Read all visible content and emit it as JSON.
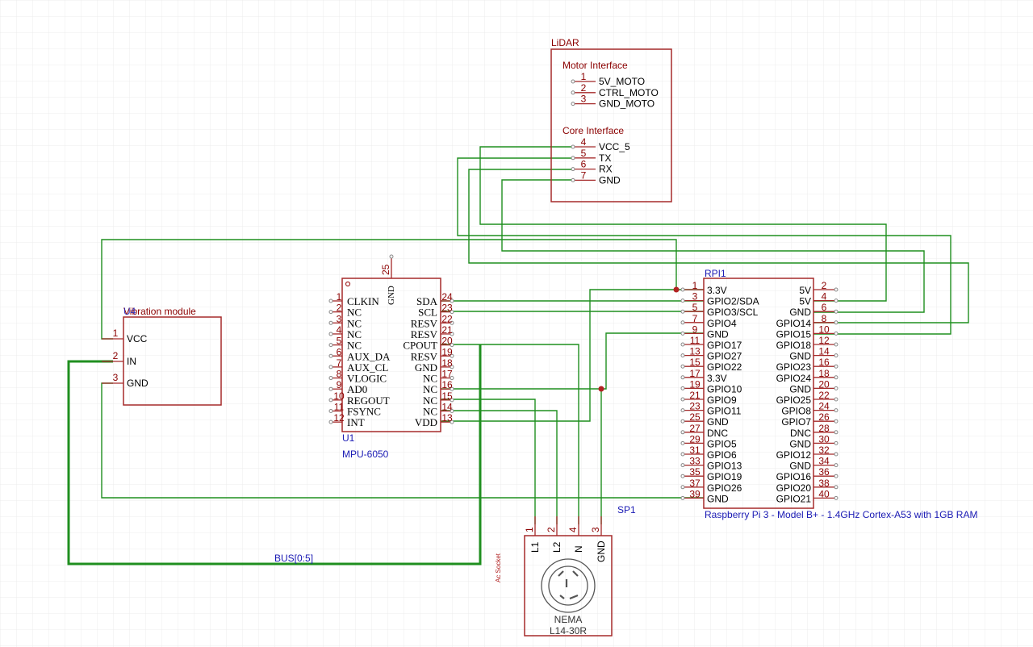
{
  "lidar": {
    "title": "LiDAR",
    "motor_title": "Motor Interface",
    "core_title": "Core Interface",
    "motor_pins": [
      {
        "num": "1",
        "name": "5V_MOTO"
      },
      {
        "num": "2",
        "name": "CTRL_MOTO"
      },
      {
        "num": "3",
        "name": "GND_MOTO"
      }
    ],
    "core_pins": [
      {
        "num": "4",
        "name": "VCC_5"
      },
      {
        "num": "5",
        "name": "TX"
      },
      {
        "num": "6",
        "name": "RX"
      },
      {
        "num": "7",
        "name": "GND"
      }
    ]
  },
  "vibration": {
    "title": "Vibration module",
    "ref": "U4",
    "pins": [
      {
        "num": "1",
        "name": "VCC"
      },
      {
        "num": "2",
        "name": "IN"
      },
      {
        "num": "3",
        "name": "GND"
      }
    ]
  },
  "mpu": {
    "ref": "U1",
    "part": "MPU-6050",
    "top_pin": {
      "num": "25",
      "name": "GND"
    },
    "left_pins": [
      {
        "num": "1",
        "name": "CLKIN"
      },
      {
        "num": "2",
        "name": "NC"
      },
      {
        "num": "3",
        "name": "NC"
      },
      {
        "num": "4",
        "name": "NC"
      },
      {
        "num": "5",
        "name": "NC"
      },
      {
        "num": "6",
        "name": "AUX_DA"
      },
      {
        "num": "7",
        "name": "AUX_CL"
      },
      {
        "num": "8",
        "name": "VLOGIC"
      },
      {
        "num": "9",
        "name": "AD0"
      },
      {
        "num": "10",
        "name": "REGOUT"
      },
      {
        "num": "11",
        "name": "FSYNC"
      },
      {
        "num": "12",
        "name": "INT"
      }
    ],
    "right_pins": [
      {
        "num": "24",
        "name": "SDA"
      },
      {
        "num": "23",
        "name": "SCL"
      },
      {
        "num": "22",
        "name": "RESV"
      },
      {
        "num": "21",
        "name": "RESV"
      },
      {
        "num": "20",
        "name": "CPOUT"
      },
      {
        "num": "19",
        "name": "RESV"
      },
      {
        "num": "18",
        "name": "GND"
      },
      {
        "num": "17",
        "name": "NC"
      },
      {
        "num": "16",
        "name": "NC"
      },
      {
        "num": "15",
        "name": "NC"
      },
      {
        "num": "14",
        "name": "NC"
      },
      {
        "num": "13",
        "name": "VDD"
      }
    ]
  },
  "rpi": {
    "ref": "RPI1",
    "part": "Raspberry Pi 3 - Model B+ - 1.4GHz Cortex-A53 with 1GB RAM",
    "left_pins": [
      {
        "num": "1",
        "name": "3.3V"
      },
      {
        "num": "3",
        "name": "GPIO2/SDA"
      },
      {
        "num": "5",
        "name": "GPIO3/SCL"
      },
      {
        "num": "7",
        "name": "GPIO4"
      },
      {
        "num": "9",
        "name": "GND"
      },
      {
        "num": "11",
        "name": "GPIO17"
      },
      {
        "num": "13",
        "name": "GPIO27"
      },
      {
        "num": "15",
        "name": "GPIO22"
      },
      {
        "num": "17",
        "name": "3.3V"
      },
      {
        "num": "19",
        "name": "GPIO10"
      },
      {
        "num": "21",
        "name": "GPIO9"
      },
      {
        "num": "23",
        "name": "GPIO11"
      },
      {
        "num": "25",
        "name": "GND"
      },
      {
        "num": "27",
        "name": "DNC"
      },
      {
        "num": "29",
        "name": "GPIO5"
      },
      {
        "num": "31",
        "name": "GPIO6"
      },
      {
        "num": "33",
        "name": "GPIO13"
      },
      {
        "num": "35",
        "name": "GPIO19"
      },
      {
        "num": "37",
        "name": "GPIO26"
      },
      {
        "num": "39",
        "name": "GND"
      }
    ],
    "right_pins": [
      {
        "num": "2",
        "name": "5V"
      },
      {
        "num": "4",
        "name": "5V"
      },
      {
        "num": "6",
        "name": "GND"
      },
      {
        "num": "8",
        "name": "GPIO14"
      },
      {
        "num": "10",
        "name": "GPIO15"
      },
      {
        "num": "12",
        "name": "GPIO18"
      },
      {
        "num": "14",
        "name": "GND"
      },
      {
        "num": "16",
        "name": "GPIO23"
      },
      {
        "num": "18",
        "name": "GPIO24"
      },
      {
        "num": "20",
        "name": "GND"
      },
      {
        "num": "22",
        "name": "GPIO25"
      },
      {
        "num": "24",
        "name": "GPIO8"
      },
      {
        "num": "26",
        "name": "GPIO7"
      },
      {
        "num": "28",
        "name": "DNC"
      },
      {
        "num": "30",
        "name": "GND"
      },
      {
        "num": "32",
        "name": "GPIO12"
      },
      {
        "num": "34",
        "name": "GND"
      },
      {
        "num": "36",
        "name": "GPIO16"
      },
      {
        "num": "38",
        "name": "GPIO20"
      },
      {
        "num": "40",
        "name": "GPIO21"
      }
    ]
  },
  "socket": {
    "ref": "SP1",
    "side_label": "Ac Socket",
    "nema_line1": "NEMA",
    "nema_line2": "L14-30R",
    "pins": [
      {
        "num": "1",
        "name": "L1"
      },
      {
        "num": "2",
        "name": "L2"
      },
      {
        "num": "4",
        "name": "N"
      },
      {
        "num": "3",
        "name": "GND"
      }
    ]
  },
  "bus_label": "BUS[0:5]",
  "colors": {
    "wire": "#1f8f1f",
    "component": "#a52a2a",
    "pin_number": "#8b0000",
    "designator": "#1a1ab4"
  }
}
